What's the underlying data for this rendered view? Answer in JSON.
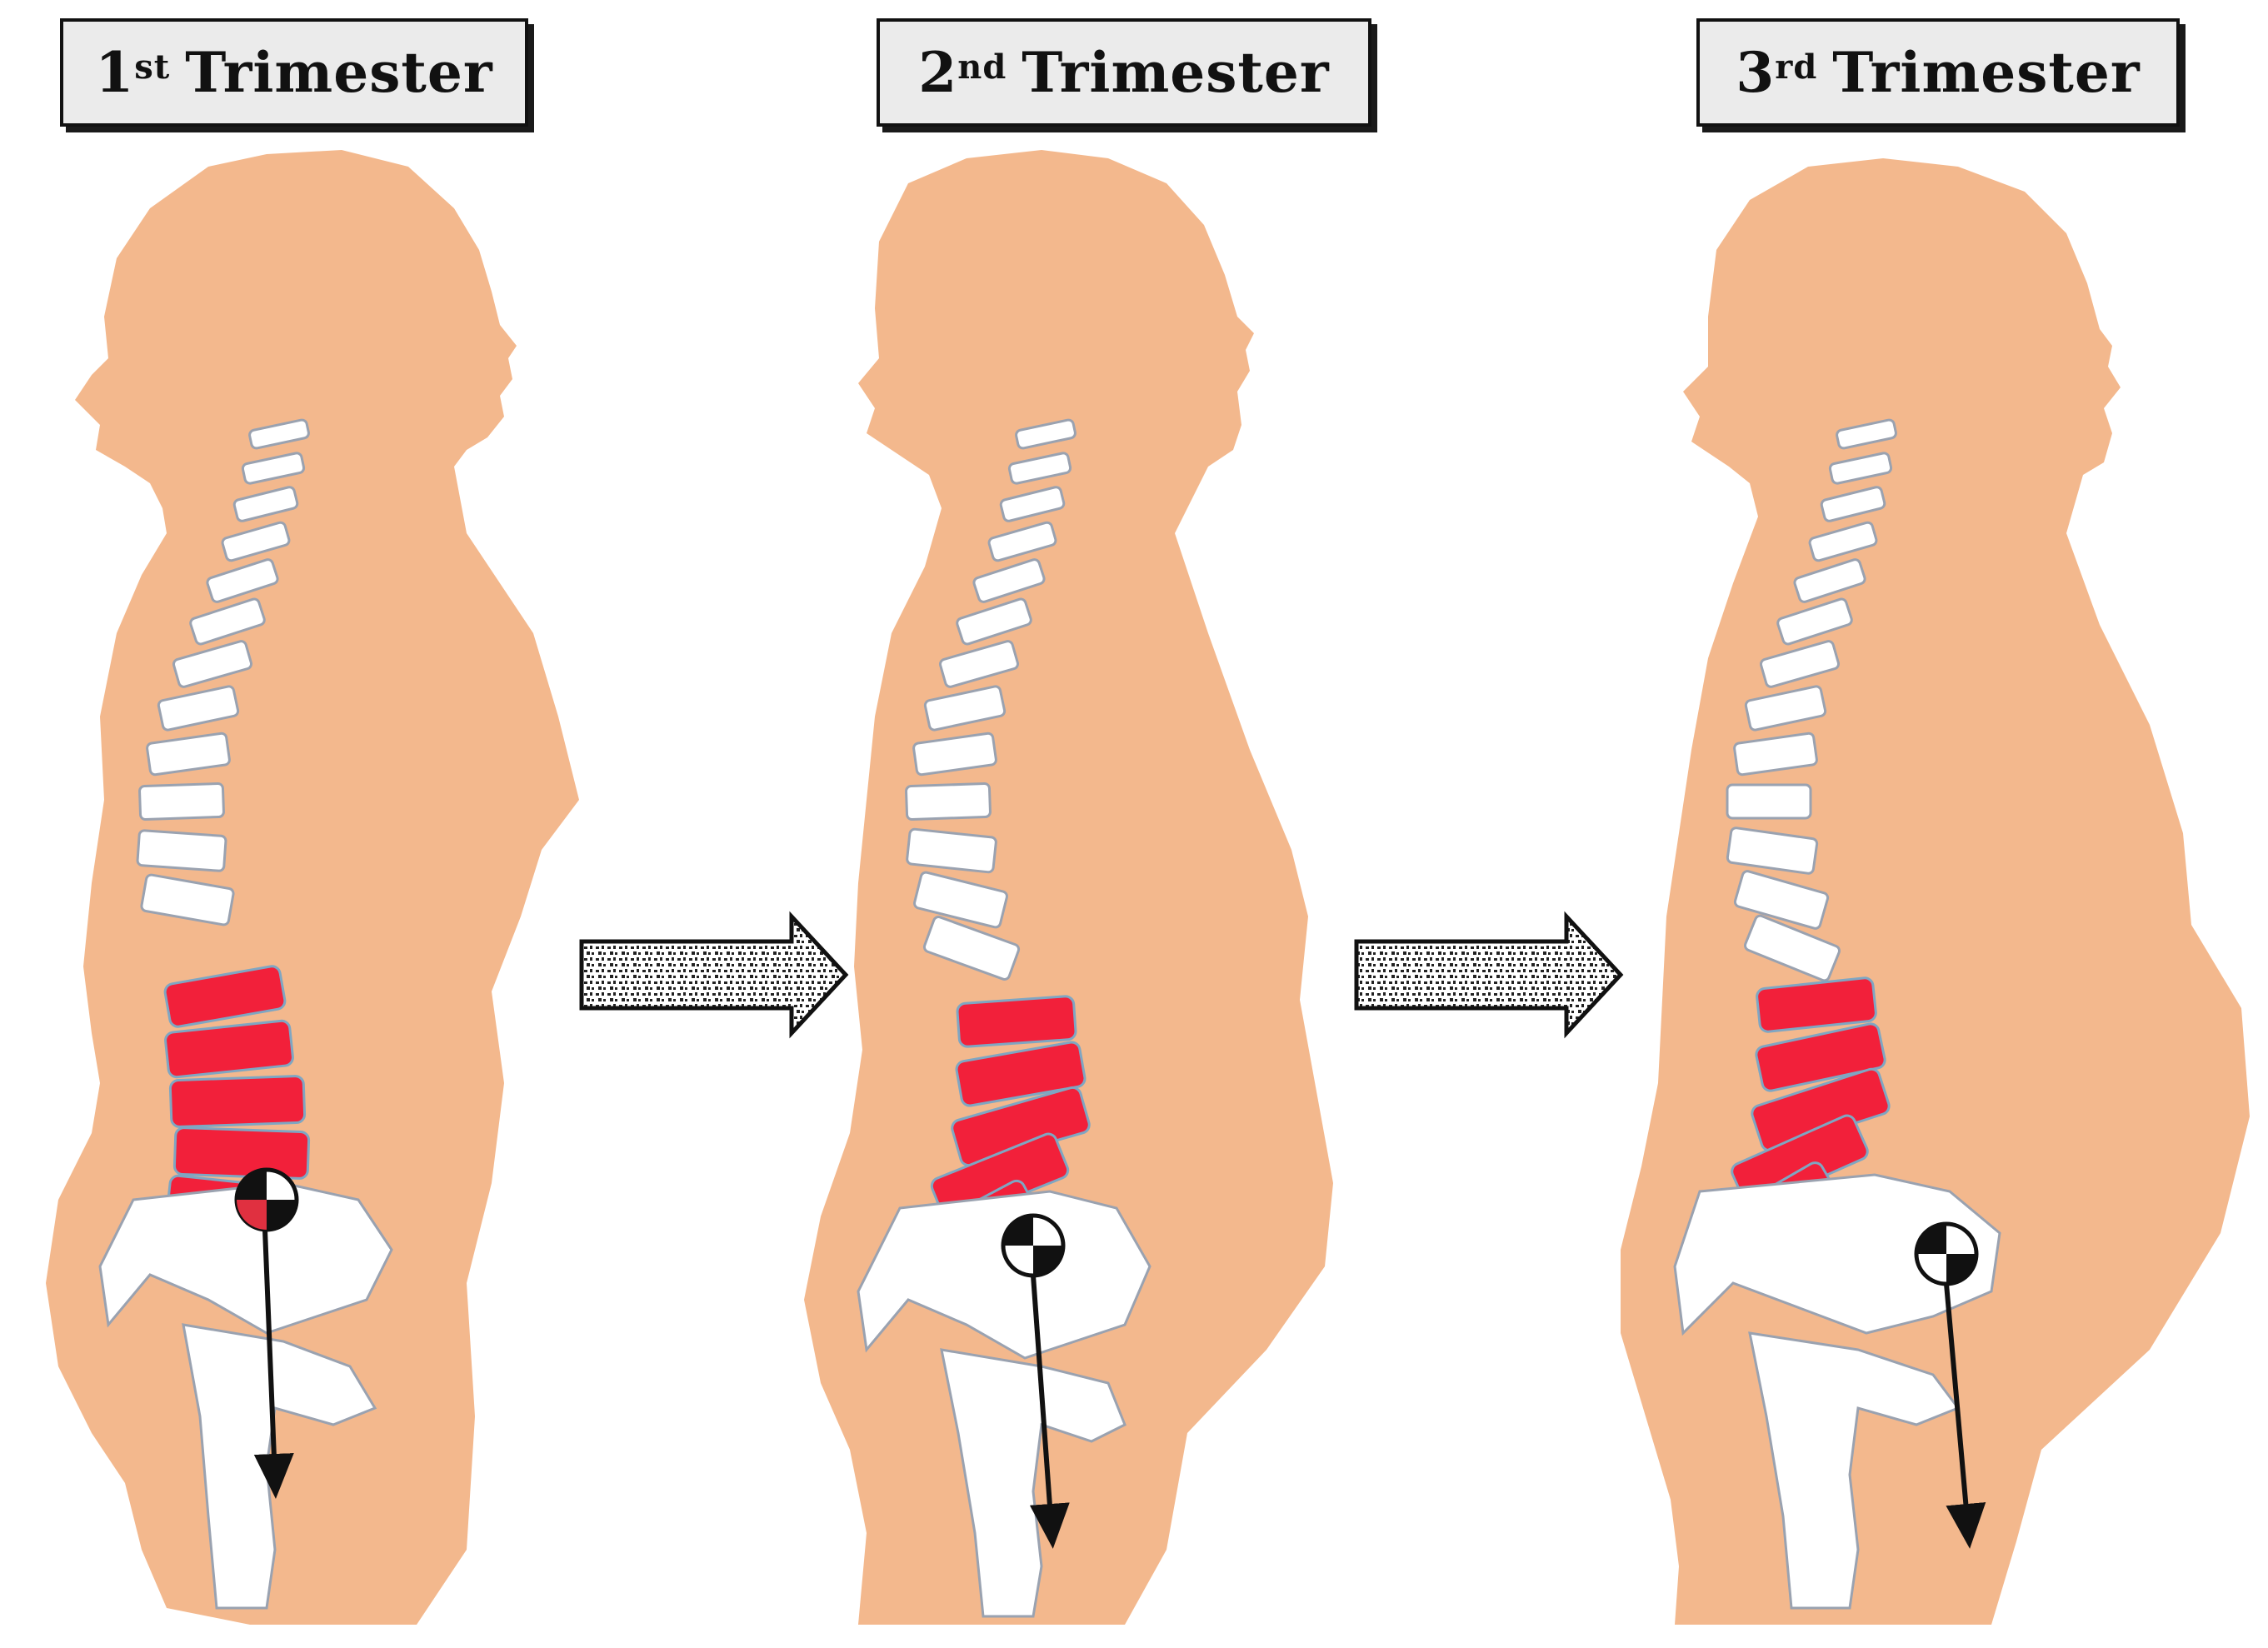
{
  "labels": [
    {
      "num": "1",
      "sup": "st",
      "word": "Trimester"
    },
    {
      "num": "2",
      "sup": "nd",
      "word": "Trimester"
    },
    {
      "num": "3",
      "sup": "rd",
      "word": "Trimester"
    }
  ],
  "colors": {
    "skin": "#f3b88d",
    "bone": "#ffffff",
    "bone_outline": "#9aa2b0",
    "lumbar": "#f2203a",
    "arrow": "#111111",
    "label_bg": "#ebebeb"
  },
  "icons": [
    "center-of-gravity-icon",
    "gravity-line-arrow",
    "stage-transition-arrow"
  ]
}
